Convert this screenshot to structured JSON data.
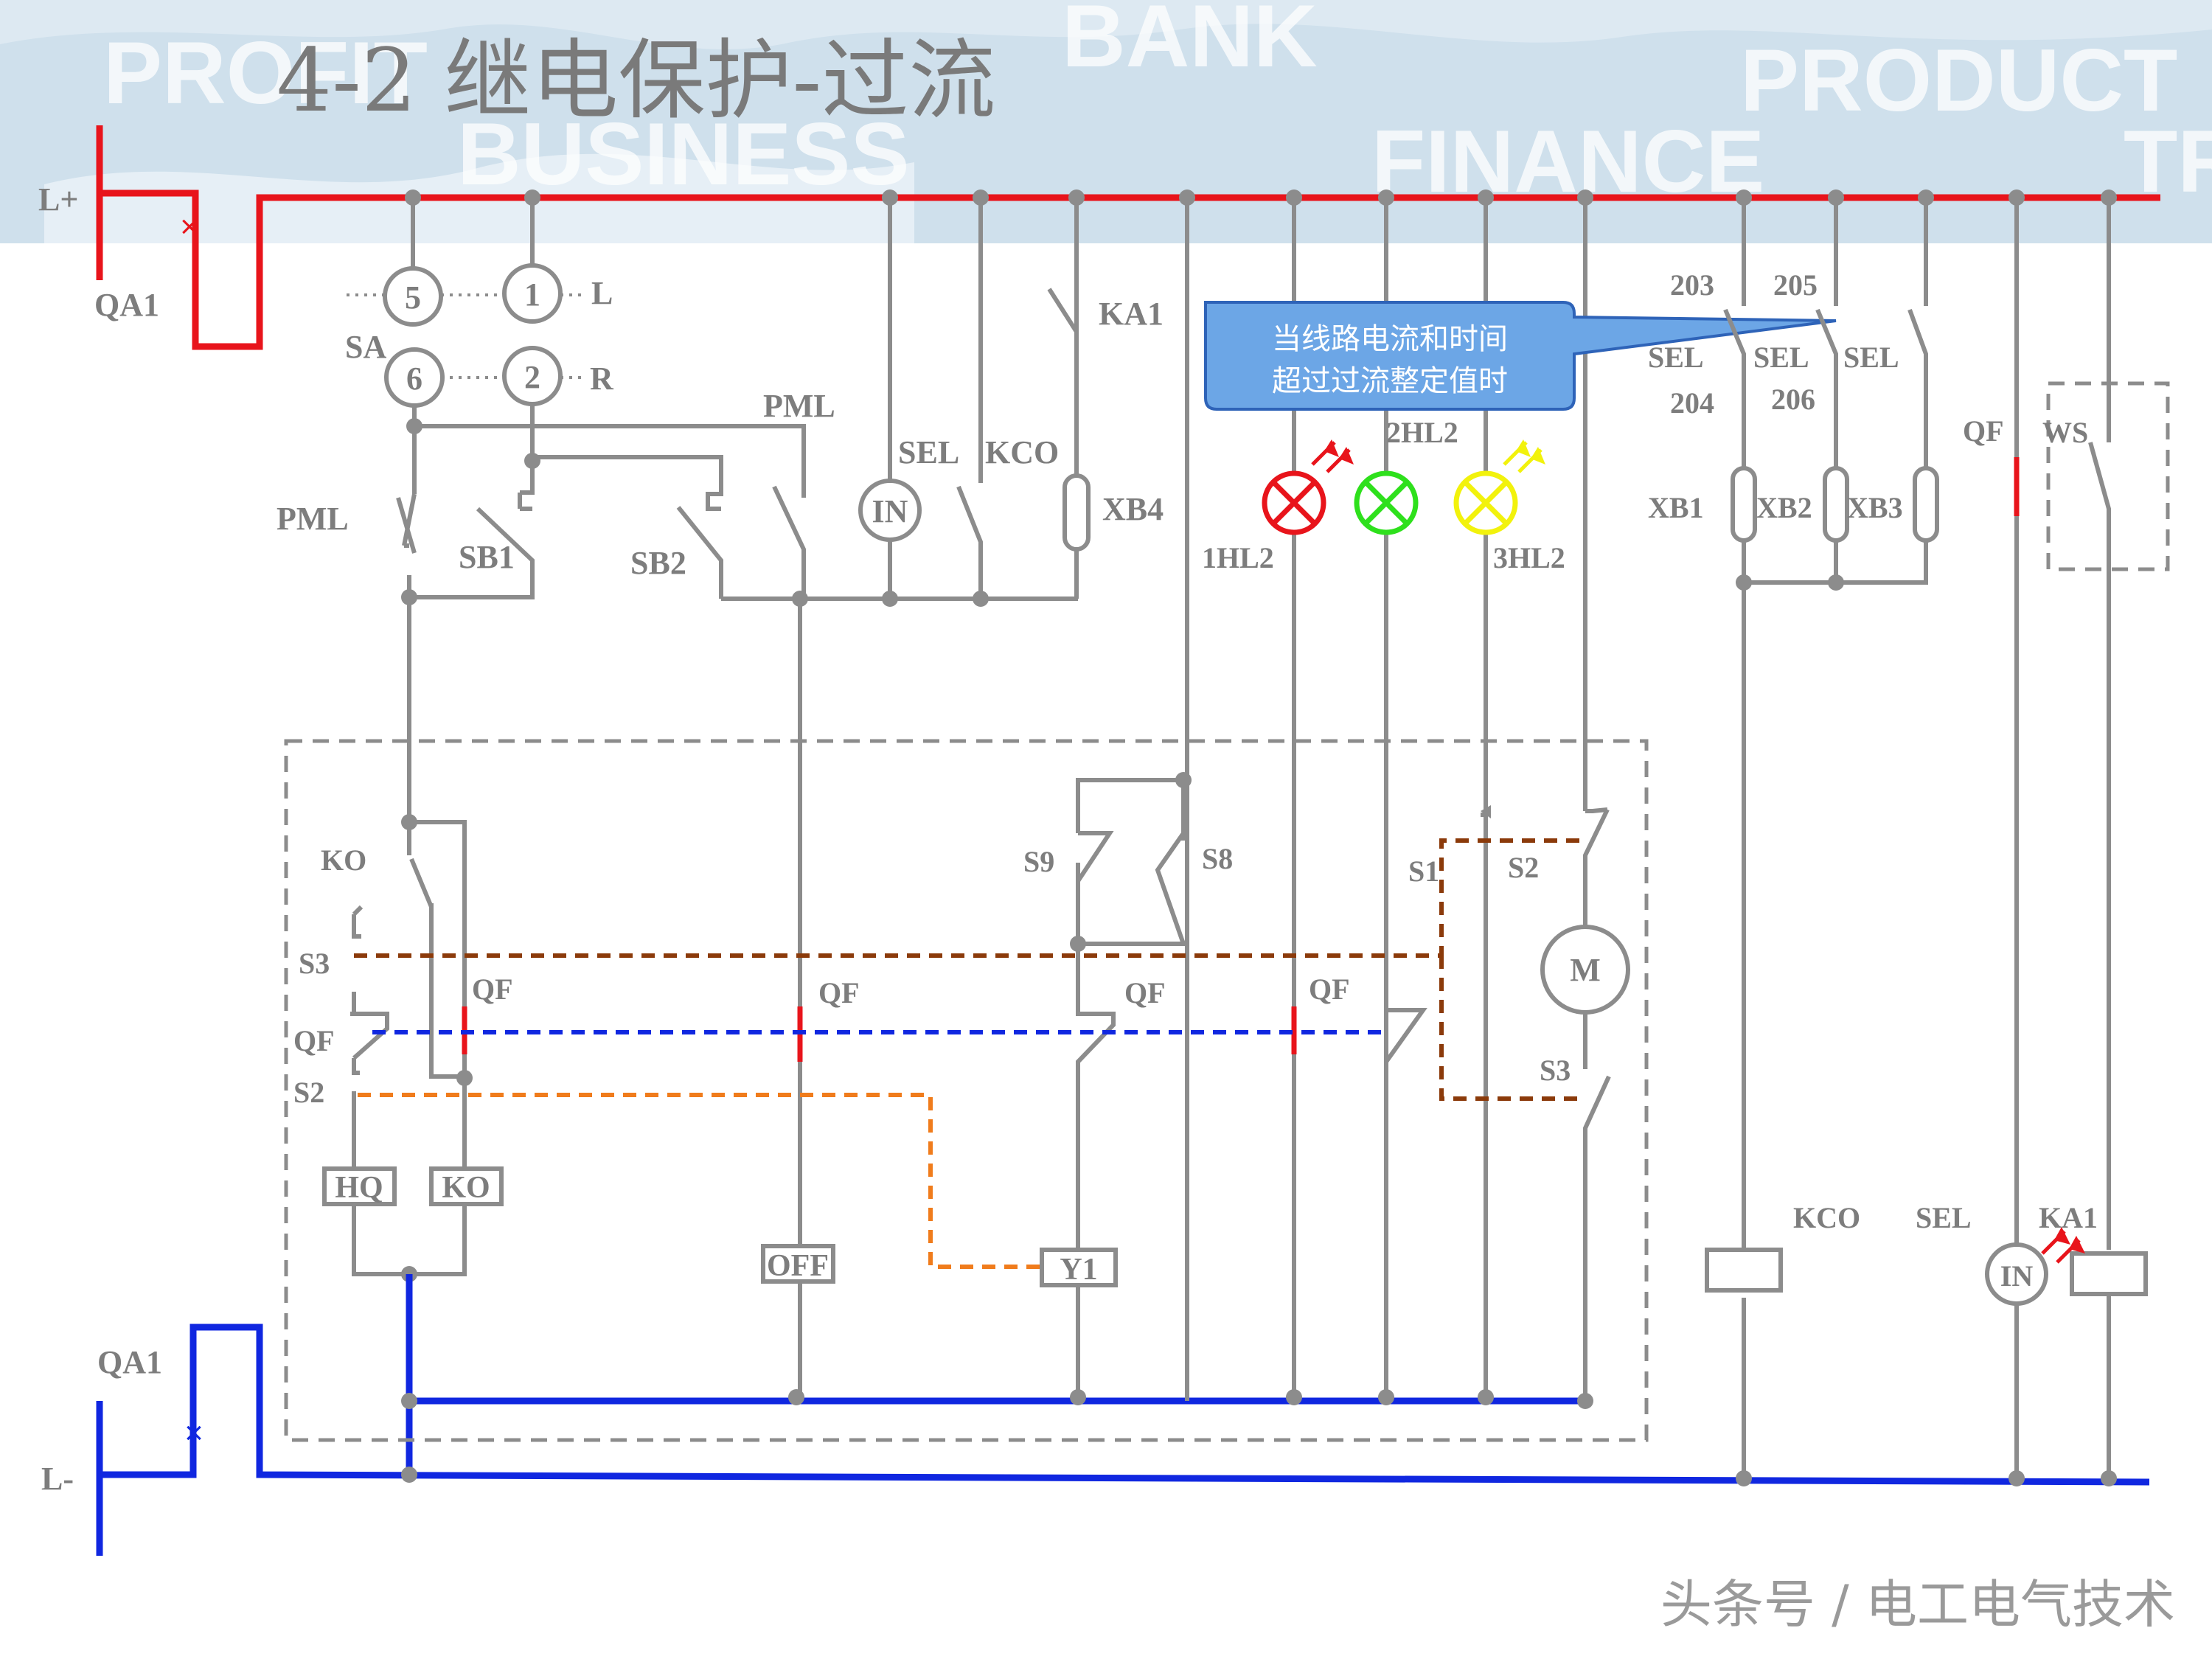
{
  "title": "4-2   继电保护-过流",
  "background_words": [
    "PROFIT",
    "BUSINESS",
    "BANK",
    "FINANCE",
    "PRODUCT",
    "TRA"
  ],
  "callout": {
    "line1": "当线路电流和时间",
    "line2": "超过过流整定值时"
  },
  "watermark": "头条号 / 电工电气技术",
  "rails": {
    "positive": "L+",
    "negative": "L-",
    "breaker": "QA1",
    "breaker_bottom": "QA1"
  },
  "selector": {
    "label": "SA",
    "c5": "5",
    "c1": "1",
    "c6": "6",
    "c2": "2",
    "l": "L",
    "r": "R"
  },
  "labels": {
    "pml_left": "PML",
    "pml_top": "PML",
    "sb1": "SB1",
    "sb2": "SB2",
    "in_meter": "IN",
    "sel": "SEL",
    "kco": "KCO",
    "xb4": "XB4",
    "ka1": "KA1",
    "hl_red": "1HL2",
    "hl_green": "2HL2",
    "hl_yellow": "3HL2",
    "t203": "203",
    "t205": "205",
    "t204": "204",
    "t206": "206",
    "sel1": "SEL",
    "sel2": "SEL",
    "sel3": "SEL",
    "xb1": "XB1",
    "xb2": "XB2",
    "xb3": "XB3",
    "qf_right": "QF",
    "ws": "WS",
    "ko": "KO",
    "s3_left": "S3",
    "qf_left": "QF",
    "s2_left": "S2",
    "qf_a": "QF",
    "qf_b": "QF",
    "qf_c": "QF",
    "qf_d": "QF",
    "s9": "S9",
    "s8": "S8",
    "s1": "S1",
    "s2_right": "S2",
    "s3_right": "S3",
    "motor": "M",
    "hq": "HQ",
    "ko_coil": "KO",
    "off": "OFF",
    "y1": "Y1",
    "kco_coil": "KCO",
    "sel_coil": "SEL",
    "ka1_coil": "KA1",
    "in_bottom": "IN"
  },
  "colors": {
    "positive_rail": "#e8141b",
    "negative_rail": "#1027e0",
    "callout": "#6ca6e6",
    "lamp_red": "#e8141b",
    "lamp_green": "#2ee01c",
    "lamp_yellow": "#f2f20c"
  }
}
